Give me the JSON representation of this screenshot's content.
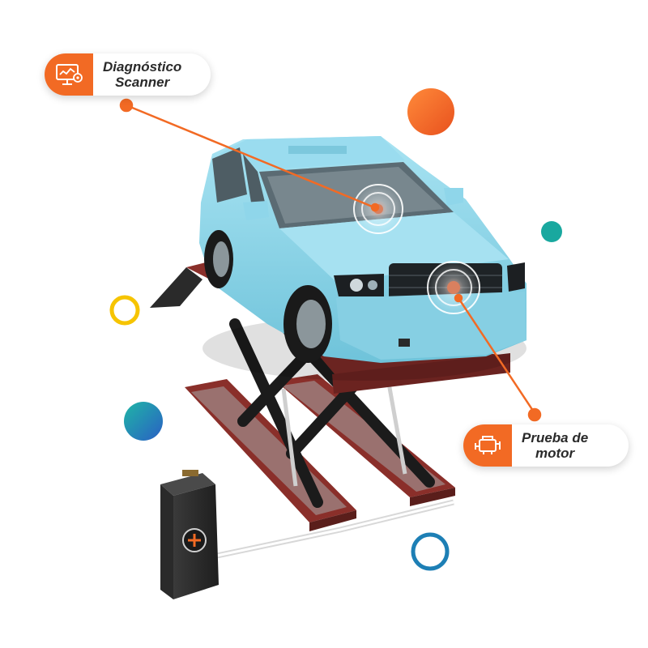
{
  "callouts": {
    "diagnostico": {
      "line1": "Diagnóstico",
      "line2": "Scanner",
      "icon": "computer-diagnostic-icon"
    },
    "motor": {
      "line1": "Prueba de",
      "line2": "motor",
      "icon": "engine-icon"
    }
  },
  "colors": {
    "accent_orange": "#f26a24",
    "car_body": "#8fd6ea",
    "lift_red": "#8a2f2a",
    "teal": "#1aa6a0",
    "yellow_ring": "#f6c400",
    "blue_ring": "#1d7fb5"
  }
}
